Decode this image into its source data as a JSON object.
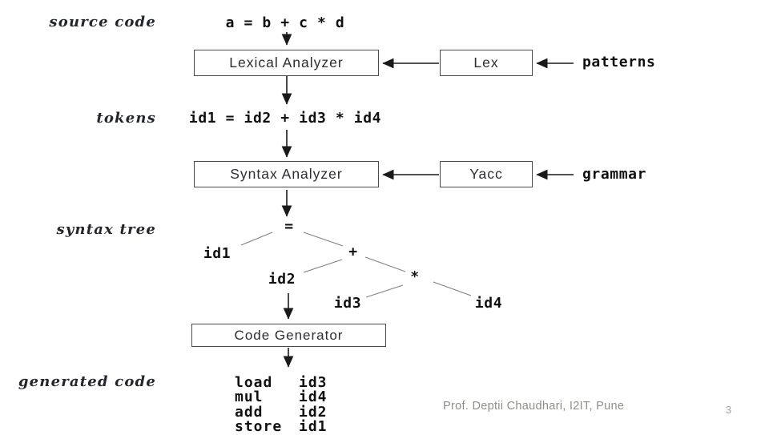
{
  "slide": {
    "footer_credit": "Prof. Deptii Chaudhari, I2IT, Pune",
    "page_number": "3"
  },
  "diagram": {
    "stage_labels": {
      "source_code": "source code",
      "tokens": "tokens",
      "syntax_tree": "syntax tree",
      "generated_code": "generated code"
    },
    "source_expression": "a = b + c * d",
    "token_stream": "id1 = id2 + id3 * id4",
    "boxes": {
      "lexical_analyzer": "Lexical Analyzer",
      "lex": "Lex",
      "syntax_analyzer": "Syntax Analyzer",
      "yacc": "Yacc",
      "code_generator": "Code Generator"
    },
    "tool_inputs": {
      "patterns": "patterns",
      "grammar": "grammar"
    },
    "syntax_tree_nodes": {
      "assign": "=",
      "id1": "id1",
      "plus": "+",
      "id2": "id2",
      "times": "*",
      "id3": "id3",
      "id4": "id4"
    },
    "generated_code": [
      {
        "op": "load",
        "arg": "id3"
      },
      {
        "op": "mul",
        "arg": "id4"
      },
      {
        "op": "add",
        "arg": "id2"
      },
      {
        "op": "store",
        "arg": "id1"
      }
    ],
    "colors": {
      "arrow": "#1a1a1a",
      "box_border": "#4a4a4a",
      "tree_edge": "#808080",
      "footer_text": "#8f8f88"
    }
  }
}
